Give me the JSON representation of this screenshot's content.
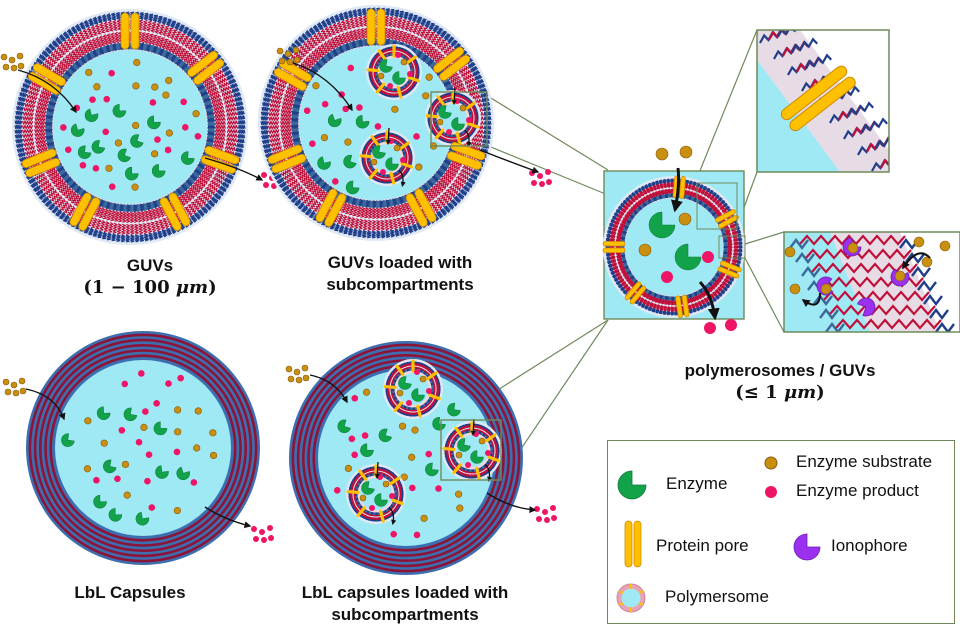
{
  "figure": {
    "panels": [
      {
        "id": "guv",
        "title": "GUVs",
        "size_prefix": "(1 − 100 ",
        "size_unit": "μm",
        "size_suffix": ")"
      },
      {
        "id": "guv-loaded",
        "title_line1": "GUVs loaded with",
        "title_line2": "subcompartments"
      },
      {
        "id": "lbl",
        "title": "LbL Capsules"
      },
      {
        "id": "lbl-loaded",
        "title_line1": "LbL capsules loaded with",
        "title_line2": "subcompartments"
      },
      {
        "id": "small",
        "title": "polymerosomes / GUVs",
        "size_prefix": "(≤ 1 ",
        "size_unit": "μm",
        "size_suffix": ")"
      }
    ],
    "legend": {
      "items": [
        {
          "label": "Enzyme",
          "icon": "enzyme-icon"
        },
        {
          "label": "Enzyme substrate",
          "icon": "substrate-icon"
        },
        {
          "label": "Enzyme product",
          "icon": "product-icon"
        },
        {
          "label": "Protein pore",
          "icon": "protein-pore-icon"
        },
        {
          "label": "Ionophore",
          "icon": "ionophore-icon"
        },
        {
          "label": "Polymersome",
          "icon": "polymersome-icon"
        }
      ]
    },
    "colors": {
      "lumen": "#9fe9f5",
      "enzyme": "#12a34a",
      "substrate": "#c8900e",
      "product": "#ee1466",
      "pore": "#ffc000",
      "ionophore": "#9b30f0",
      "lipid_head": "#1f3f8a",
      "lipid_tail": "#c0103a",
      "capsule_dark": "#8b1538",
      "capsule_light": "#3d6fb0",
      "frame": "#6f8a5a"
    }
  }
}
